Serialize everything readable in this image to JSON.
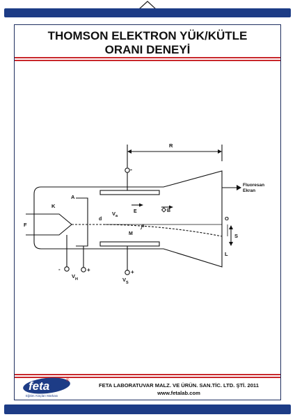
{
  "poster": {
    "title_line1": "THOMSON ELEKTRON YÜK/KÜTLE",
    "title_line2": "ORANI DENEYİ"
  },
  "diagram": {
    "labels": {
      "R": "R",
      "minus_top": "-",
      "fluorescent_screen_1": "Fluoresan",
      "fluorescent_screen_2": "Ekran",
      "A": "A",
      "K": "K",
      "F": "F",
      "d": "d",
      "Va": "V",
      "Va_sub": "a",
      "E": "E",
      "B": "B",
      "O": "O",
      "S": "S",
      "L": "L",
      "M": "M",
      "theta": "θ",
      "VH_minus": "-",
      "VH_plus": "+",
      "VH": "V",
      "VH_sub": "H",
      "VS_plus": "+",
      "VS": "V",
      "VS_sub": "S"
    }
  },
  "footer": {
    "company": "FETA LABORATUVAR MALZ. VE ÜRÜN. SAN.TİC. LTD. ŞTİ. 2011",
    "url": "www.fetalab.com",
    "logo_text": "feta",
    "logo_subtext": "Eğitim Araçları Markası",
    "registered": "®"
  },
  "colors": {
    "rod": "#1d3c86",
    "accent_red": "#c8272b",
    "logo_blue": "#1d3c86"
  }
}
